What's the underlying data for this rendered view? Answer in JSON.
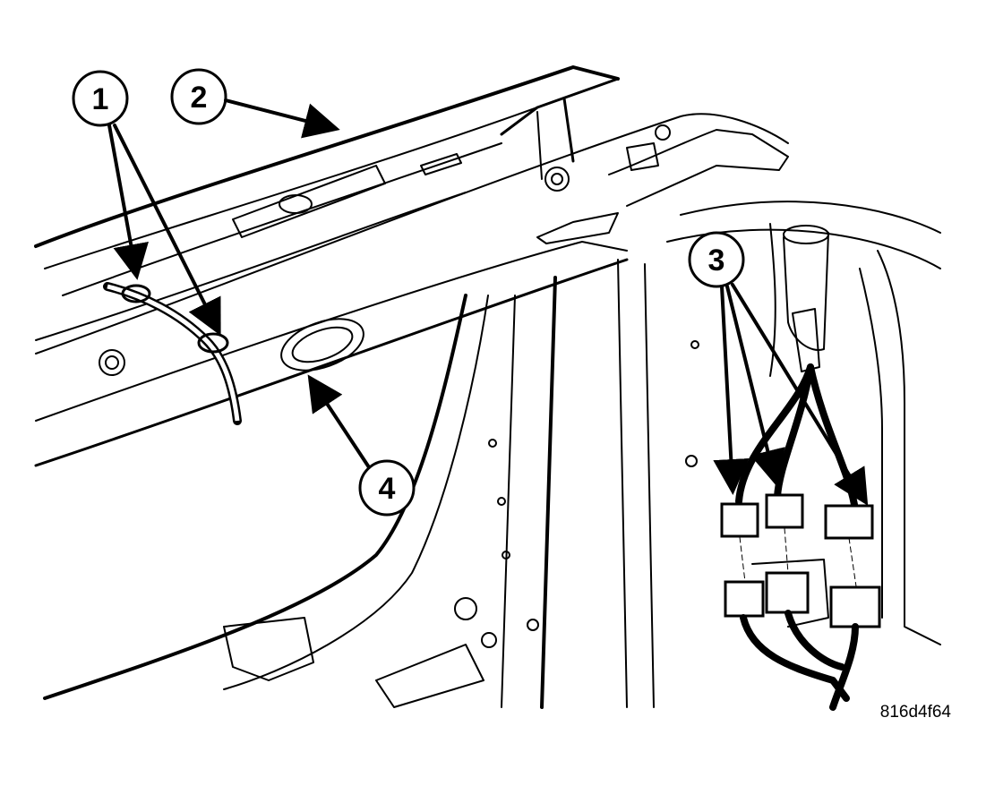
{
  "callouts": {
    "c1": "1",
    "c2": "2",
    "c3": "3",
    "c4": "4"
  },
  "figure_code": "816d4f64",
  "colors": {
    "ink": "#000000",
    "paper": "#ffffff"
  }
}
